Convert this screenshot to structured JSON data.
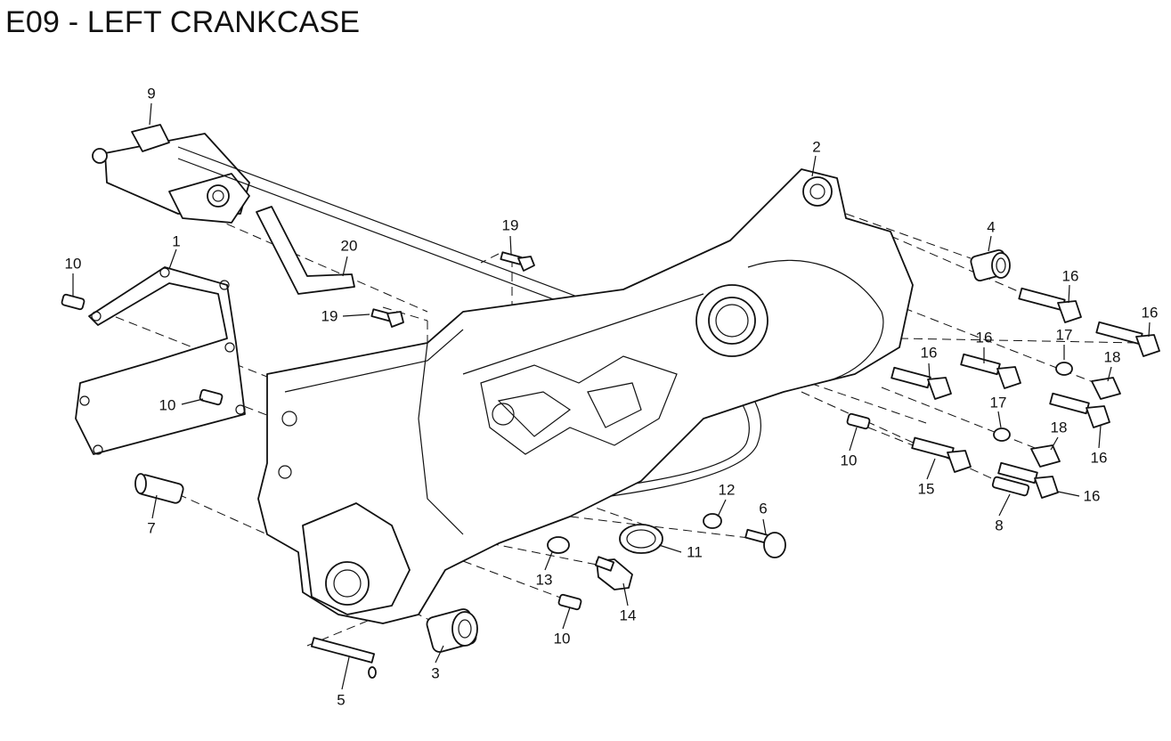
{
  "title": "E09 - LEFT CRANKCASE",
  "callouts": [
    "9",
    "2",
    "4",
    "16",
    "16",
    "1",
    "19",
    "20",
    "10",
    "19",
    "16",
    "16",
    "17",
    "18",
    "10",
    "17",
    "18",
    "16",
    "10",
    "15",
    "16",
    "8",
    "12",
    "6",
    "7",
    "11",
    "13",
    "14",
    "10",
    "3",
    "5"
  ]
}
